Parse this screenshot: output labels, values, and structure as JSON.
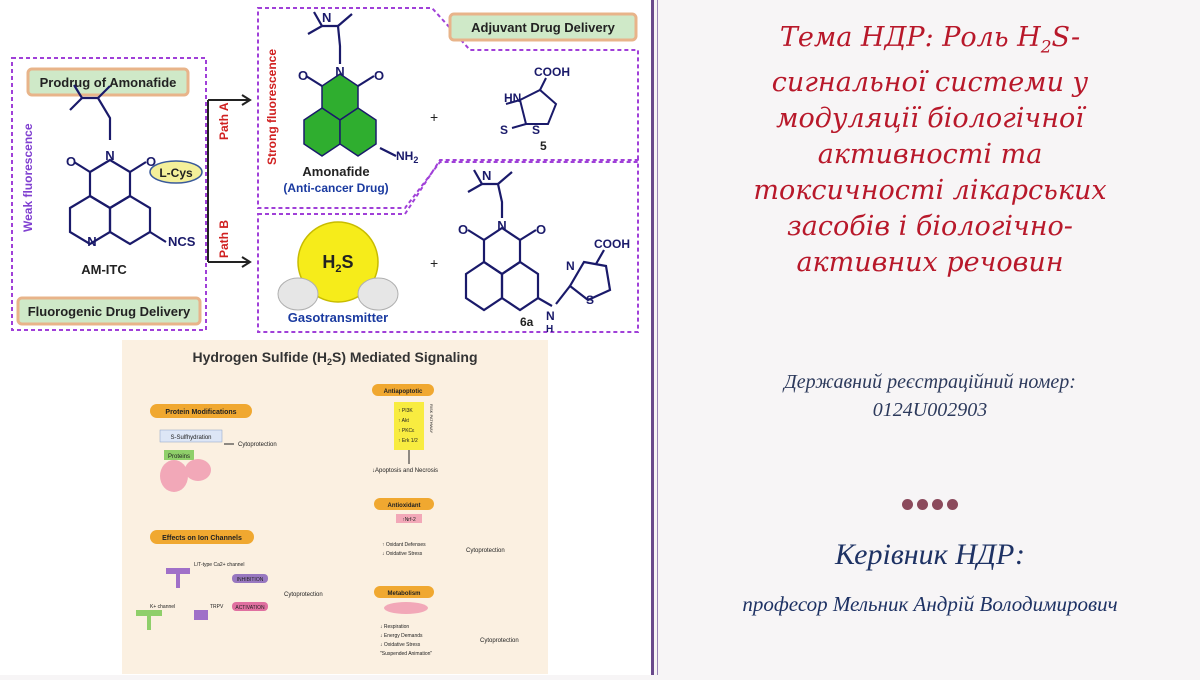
{
  "slide": {
    "title_parts": [
      "Тема НДР: Роль Н",
      "2",
      "S-",
      "сигнальної системи у модуляції біологічної активності та токсичності лікарських засобів і біологічно-активних речовин"
    ],
    "title_lines": [
      "сигнальної системи у",
      "модуляції біологічної",
      "активності та",
      "токсичності лікарських",
      "засобів і біологічно-",
      "активних речовин"
    ],
    "registration_line1": "Державний реєстраційний номер:",
    "registration_line2": "0124U002903",
    "lead_label": "Керівник НДР:",
    "lead_name": "професор Мельник Андрій Володимирович",
    "colors": {
      "title": "#b8182a",
      "body_text": "#1e3264",
      "divider": "#6a4a8c",
      "dots": "#8b4a5c"
    }
  },
  "scheme": {
    "prodrug_label": "Prodrug of Amonafide",
    "weak_fluorescence": "Weak fluorescence",
    "reagent": "L-Cys",
    "path_a": "Path A",
    "path_b": "Path B",
    "am_itc": "AM-ITC",
    "ncs": "NCS",
    "fluorogenic": "Fluorogenic Drug Delivery",
    "strong_fluorescence": "Strong fluorescence",
    "adjuvant": "Adjuvant Drug Delivery",
    "amonafide": "Amonafide",
    "anticancer": "(Anti-cancer Drug)",
    "nh2": "NH",
    "nh2_sub": "2",
    "cooh": "COOH",
    "hn": "HN",
    "s_atom": "S",
    "compound5": "5",
    "plus": "+",
    "h2s_h": "H",
    "h2s_sub": "2",
    "h2s_s": "S",
    "gasotransmitter": "Gasotransmitter",
    "compound6a": "6a",
    "n_atom": "N",
    "o_atom": "O",
    "h_atom": "H"
  },
  "signaling": {
    "title_a": "Hydrogen Sulfide (H",
    "title_sub": "2",
    "title_b": "S) Mediated Signaling",
    "protein_mod": "Protein Modifications",
    "s_sulfhydration": "S-Sulfhydration",
    "cytoprotection": "Cytoprotection",
    "proteins": "Proteins",
    "ion_channels": "Effects on Ion Channels",
    "ltype": "L/T-type Ca2+ channel",
    "inhibition": "INHIBITION",
    "activation": "ACTIVATION",
    "kchannel": "K+ channel",
    "trpv": "TRPV",
    "antiapoptotic": "Antiapoptotic",
    "risk_pathway": "RISK PATHWAY",
    "pi3k": "↑ PI3K",
    "akt": "↑ Akt",
    "pkc": "↑ PKCε",
    "erk": "↑ Erk 1/2",
    "apoptosis": "↓Apoptosis and Necrosis",
    "antioxidant": "Antioxidant",
    "nrf2": "↑Nrf-2",
    "oxidant_defenses": "↑ Oxidant Defenses",
    "oxidative_stress": "↓ Oxidative Stress",
    "metabolism": "Metabolism",
    "respiration": "↓ Respiration",
    "energy": "↓ Energy Demands",
    "oxidative_stress2": "↓ Oxidative Stress",
    "suspended": "\"Suspended Animation\""
  }
}
